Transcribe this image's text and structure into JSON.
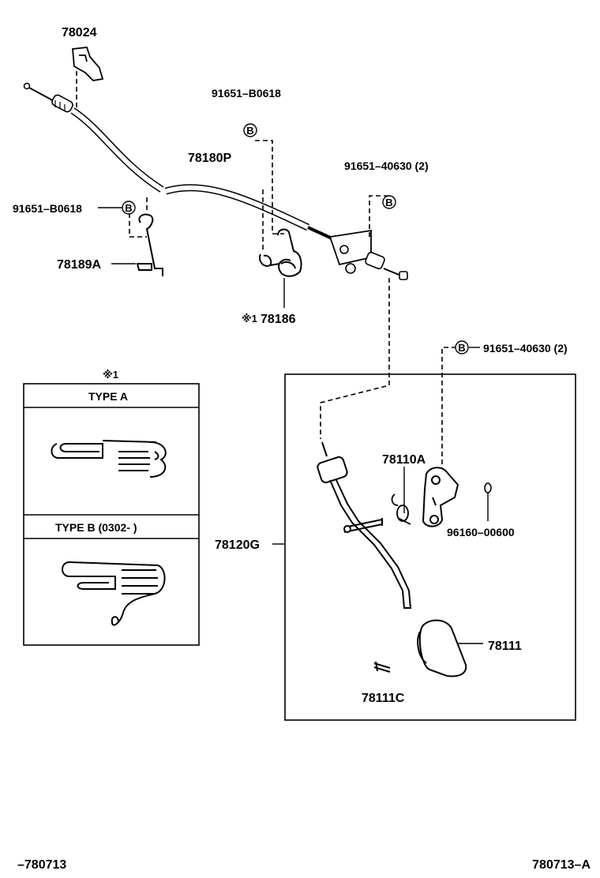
{
  "labels": {
    "p78024": "78024",
    "p91651_b0618_top": "91651–B0618",
    "p78180p": "78180P",
    "p91651_40630_top": "91651–40630 (2)",
    "p91651_b0618_left": "91651–B0618",
    "p78189a": "78189A",
    "p78186_mark": "※1",
    "p78186": "78186",
    "p91651_40630_right": "91651–40630 (2)",
    "p78110a": "78110A",
    "p96160_00600": "96160–00600",
    "p78120g": "78120G",
    "p78111": "78111",
    "p78111c": "78111C",
    "bolt_marker": "B"
  },
  "inset": {
    "mark": "※1",
    "type_a": "TYPE A",
    "type_b": "TYPE B (0302-          )"
  },
  "footer": {
    "left": "–780713",
    "right": "780713–A"
  }
}
